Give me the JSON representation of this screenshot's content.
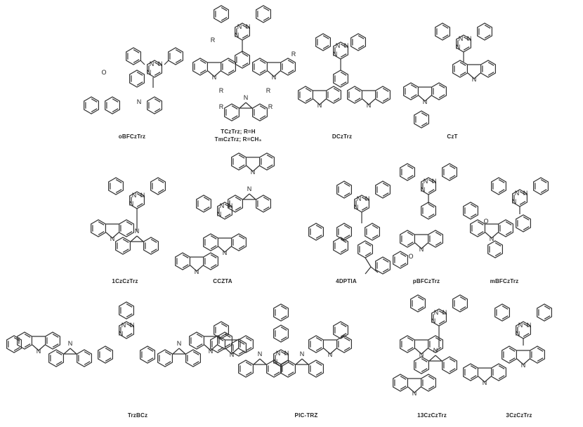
{
  "atoms": {
    "nitrogen": "N",
    "oxygen": "O",
    "substituent": "R"
  },
  "molecules": [
    {
      "label": "oBFCzTrz"
    },
    {
      "label": "TCzTrz; R=H",
      "label2": "TmCzTrz; R=CH₃"
    },
    {
      "label": "DCzTrz"
    },
    {
      "label": "CzT"
    },
    {
      "label": "1CzCzTrz"
    },
    {
      "label": "CCZTA"
    },
    {
      "label": "4DPTIA"
    },
    {
      "label": "pBFCzTrz"
    },
    {
      "label": "mBFCzTrz"
    },
    {
      "label": "TrzBCz"
    },
    {
      "label": "PIC-TRZ"
    },
    {
      "label": "13CzCzTrz"
    },
    {
      "label": "3CzCzTrz"
    }
  ]
}
